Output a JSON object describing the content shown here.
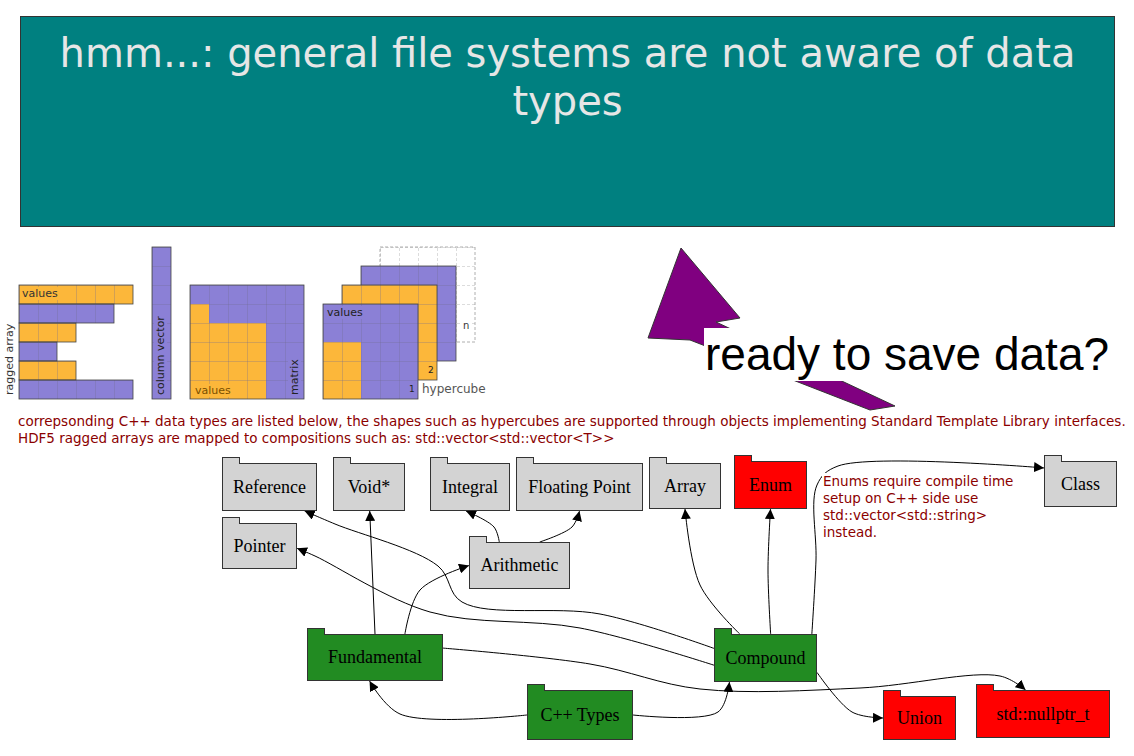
{
  "diagram": {
    "nodes": [
      {
        "text": [
          "hmm...: general file systems are not aware of data types"
        ]
      },
      {
        "text": [
          "Reference"
        ]
      },
      {
        "text": [
          "Void*"
        ]
      },
      {
        "text": [
          "Integral"
        ]
      },
      {
        "text": [
          "Floating Point"
        ]
      },
      {
        "text": [
          "Array"
        ]
      },
      {
        "text": [
          "Enum"
        ]
      },
      {
        "text": [
          "Class"
        ]
      },
      {
        "text": [
          "Pointer"
        ]
      },
      {
        "text": [
          "Arithmetic"
        ]
      },
      {
        "text": [
          "Fundamental"
        ]
      },
      {
        "text": [
          "Compound"
        ]
      },
      {
        "text": [
          "C++ Types"
        ]
      },
      {
        "text": [
          "Union"
        ]
      },
      {
        "text": [
          "std::nullptr_t"
        ]
      }
    ],
    "edges": [
      {
        "from": 12,
        "to": 10,
        "arrow": "to"
      },
      {
        "from": 12,
        "to": 11,
        "arrow": "to"
      },
      {
        "from": 10,
        "to": 2,
        "arrow": "to"
      },
      {
        "from": 10,
        "to": 9,
        "arrow": "to"
      },
      {
        "from": 10,
        "to": 14,
        "arrow": "to"
      },
      {
        "from": 9,
        "to": 3,
        "arrow": "to"
      },
      {
        "from": 9,
        "to": 4,
        "arrow": "to"
      },
      {
        "from": 11,
        "to": 1,
        "arrow": "to"
      },
      {
        "from": 11,
        "to": 8,
        "arrow": "to"
      },
      {
        "from": 11,
        "to": 5,
        "arrow": "to"
      },
      {
        "from": 11,
        "to": 6,
        "arrow": "to"
      },
      {
        "from": 11,
        "to": 7,
        "arrow": "to"
      },
      {
        "from": 11,
        "to": 13,
        "arrow": "to"
      }
    ],
    "labels": [
      "values",
      "ragged array",
      "column vector",
      "values",
      "matrix",
      "values",
      "1",
      "2",
      "n",
      "hypercube",
      "ready to save data?",
      "correpsonding C++ data types are listed below, the shapes such as hypercubes are supported through objects implementing Standard Template Library interfaces. HDF5 ragged arrays are mapped to compositions such as: std::vector<std::vector<T>>",
      "Enums require compile time setup on C++ side use std::vector<std::string> instead."
    ]
  }
}
